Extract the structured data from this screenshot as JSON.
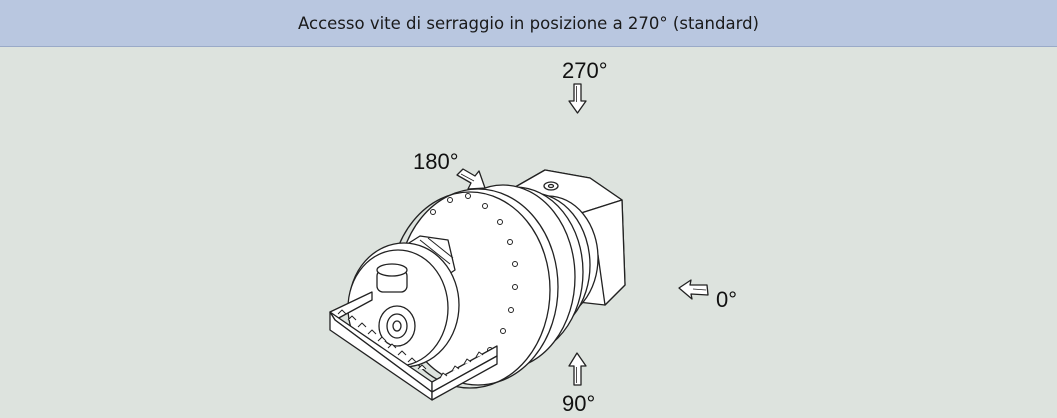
{
  "header": {
    "title": "Accesso vite di serraggio in posizione a 270° (standard)"
  },
  "figure": {
    "icon": "planetary-gearbox-with-rack-icon",
    "positions": [
      {
        "label": "270°",
        "direction": "down"
      },
      {
        "label": "180°",
        "direction": "diagonal"
      },
      {
        "label": "0°",
        "direction": "left"
      },
      {
        "label": "90°",
        "direction": "up"
      }
    ]
  },
  "colors": {
    "header_background": "#b9c7e0",
    "figure_background": "#dde3de",
    "line": "#222222",
    "fill": "#ffffff"
  }
}
